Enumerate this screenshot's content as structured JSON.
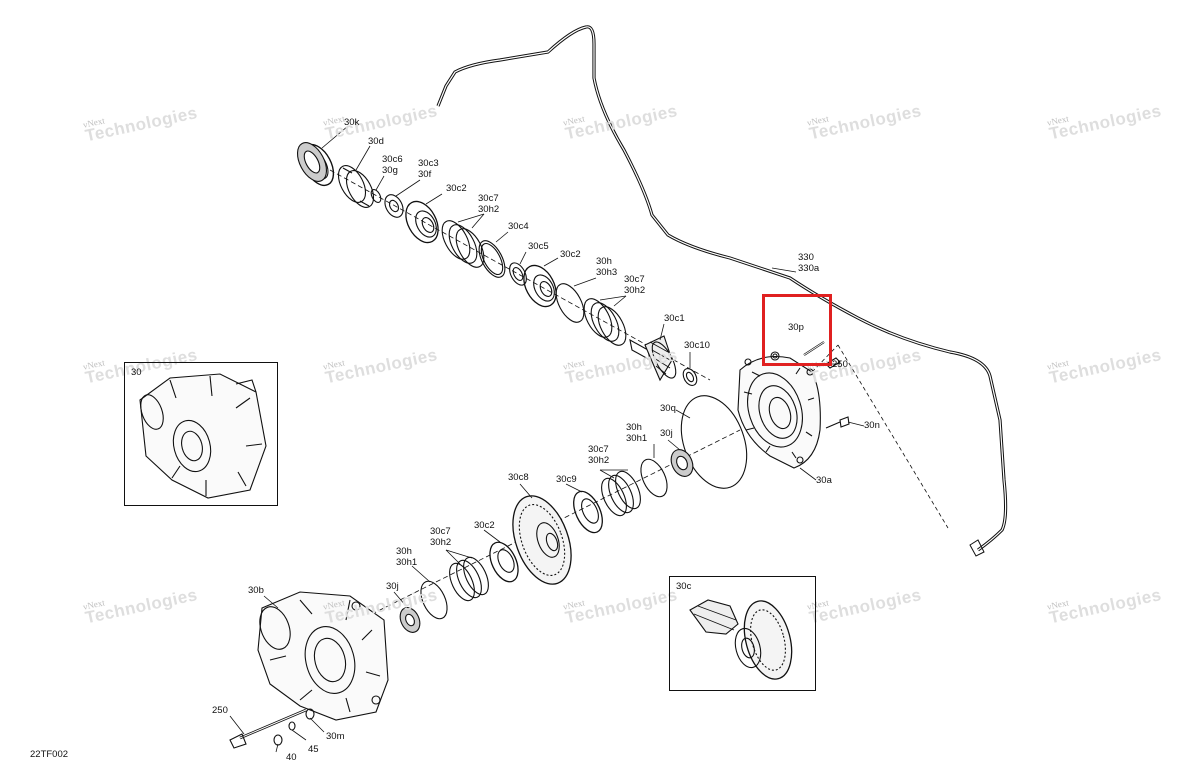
{
  "diagram": {
    "code": "22TF002",
    "highlight_label": "30p",
    "watermark": {
      "line1": "vNext",
      "line2": "Technologies"
    },
    "inset_labels": {
      "top_left": "30",
      "bottom_right": "30c"
    },
    "callouts": [
      {
        "id": "30k",
        "text": "30k"
      },
      {
        "id": "30d",
        "text": "30d"
      },
      {
        "id": "30c6",
        "text": "30c6\n30g"
      },
      {
        "id": "30c3",
        "text": "30c3\n30f"
      },
      {
        "id": "30c2a",
        "text": "30c2"
      },
      {
        "id": "30c7a",
        "text": "30c7\n30h2"
      },
      {
        "id": "30c4",
        "text": "30c4"
      },
      {
        "id": "30c5",
        "text": "30c5"
      },
      {
        "id": "30c2b",
        "text": "30c2"
      },
      {
        "id": "30h3",
        "text": "30h\n30h3"
      },
      {
        "id": "30c7b",
        "text": "30c7\n30h2"
      },
      {
        "id": "30c1",
        "text": "30c1"
      },
      {
        "id": "30c10",
        "text": "30c10"
      },
      {
        "id": "330",
        "text": "330\n330a"
      },
      {
        "id": "250a",
        "text": "250"
      },
      {
        "id": "30q",
        "text": "30q"
      },
      {
        "id": "30n",
        "text": "30n"
      },
      {
        "id": "30a",
        "text": "30a"
      },
      {
        "id": "30h1a",
        "text": "30h\n30h1"
      },
      {
        "id": "30j",
        "text": "30j"
      },
      {
        "id": "30c7c",
        "text": "30c7\n30h2"
      },
      {
        "id": "30c8",
        "text": "30c8"
      },
      {
        "id": "30c9",
        "text": "30c9"
      },
      {
        "id": "30c7d",
        "text": "30c7\n30h2"
      },
      {
        "id": "30c2c",
        "text": "30c2"
      },
      {
        "id": "30h1b",
        "text": "30h\n30h1"
      },
      {
        "id": "30j2",
        "text": "30j"
      },
      {
        "id": "30b",
        "text": "30b"
      },
      {
        "id": "250b",
        "text": "250"
      },
      {
        "id": "30m",
        "text": "30m"
      },
      {
        "id": "40",
        "text": "40"
      },
      {
        "id": "45",
        "text": "45"
      }
    ]
  }
}
